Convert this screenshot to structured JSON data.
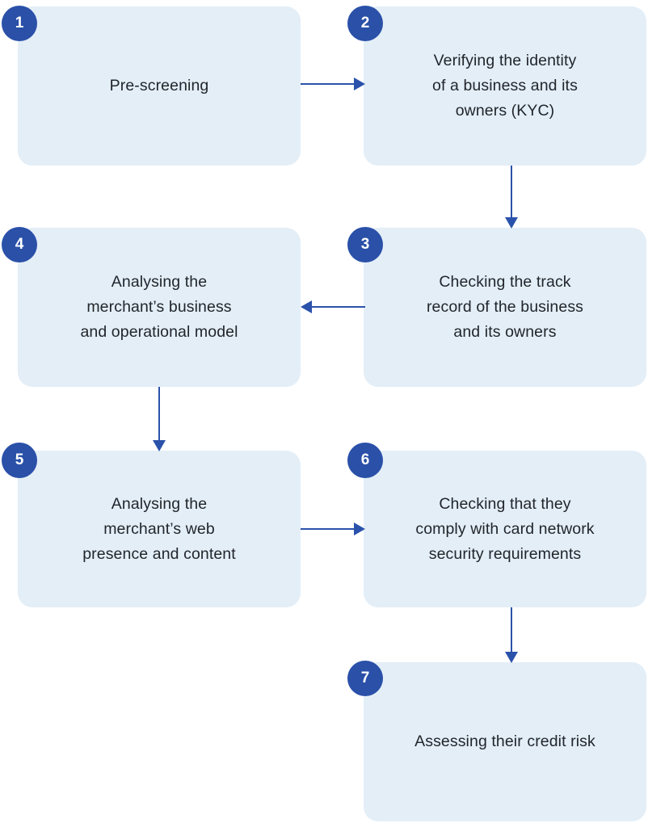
{
  "diagram": {
    "title": "Merchant underwriting process flowchart",
    "colors": {
      "box_fill": "#e3eef7",
      "badge_fill": "#2a50a8",
      "badge_text": "#ffffff",
      "text": "#22262b",
      "arrow": "#2b52ab",
      "background": "#ffffff"
    },
    "steps": [
      {
        "number": "1",
        "label": "Pre-screening"
      },
      {
        "number": "2",
        "label": "Verifying the identity\nof a business and its\nowners (KYC)"
      },
      {
        "number": "3",
        "label": "Checking the track\nrecord of the business\nand its owners"
      },
      {
        "number": "4",
        "label": "Analysing the\nmerchant’s business\nand operational model"
      },
      {
        "number": "5",
        "label": "Analysing the\nmerchant’s web\npresence and content"
      },
      {
        "number": "6",
        "label": "Checking that they\ncomply with card network\nsecurity requirements"
      },
      {
        "number": "7",
        "label": "Assessing their credit risk"
      }
    ],
    "connectors": [
      {
        "from": "1",
        "to": "2",
        "direction": "right"
      },
      {
        "from": "2",
        "to": "3",
        "direction": "down"
      },
      {
        "from": "3",
        "to": "4",
        "direction": "left"
      },
      {
        "from": "4",
        "to": "5",
        "direction": "down"
      },
      {
        "from": "5",
        "to": "6",
        "direction": "right"
      },
      {
        "from": "6",
        "to": "7",
        "direction": "down"
      }
    ]
  }
}
